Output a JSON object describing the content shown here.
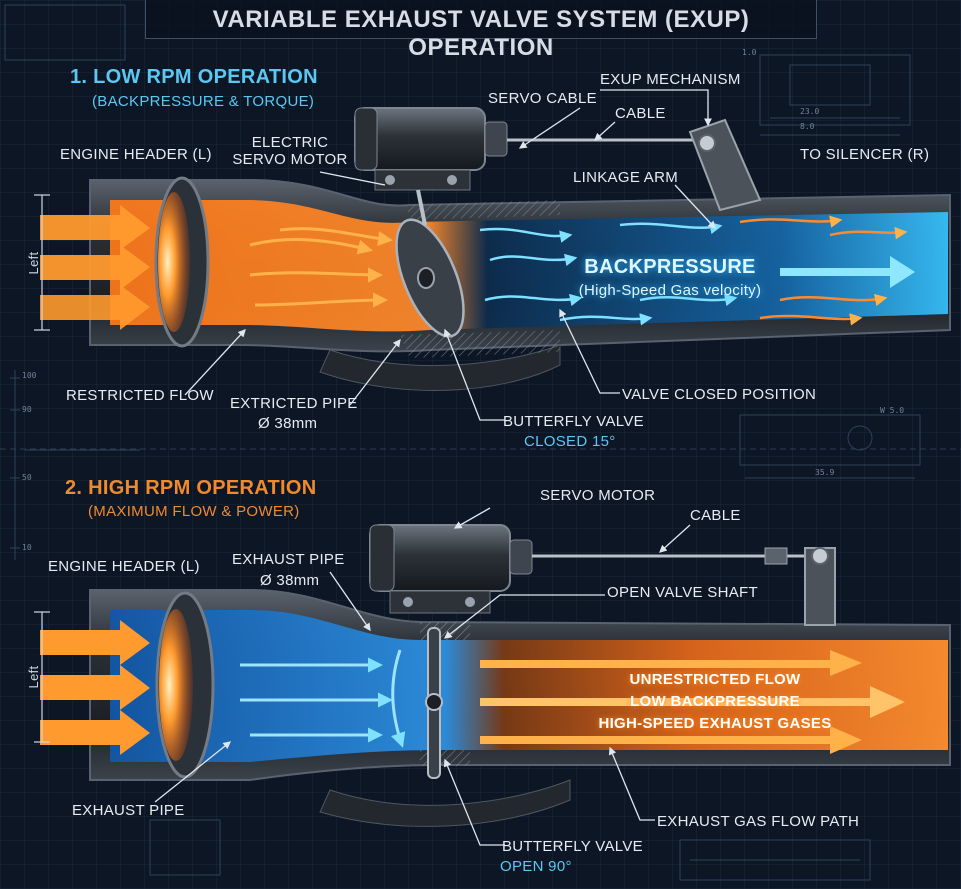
{
  "title": "VARIABLE EXHAUST VALVE SYSTEM (EXUP) OPERATION",
  "section1": {
    "heading": "1. LOW RPM OPERATION",
    "subheading": "(BACKPRESSURE & TORQUE)",
    "labels": {
      "engine_header": "ENGINE HEADER (L)",
      "electric_servo_1": "ELECTRIC",
      "electric_servo_2": "SERVO MOTOR",
      "servo_cable": "SERVO CABLE",
      "exup_mechanism": "EXUP MECHANISM",
      "cable": "CABLE",
      "to_silencer": "TO SILENCER (R)",
      "linkage_arm": "LINKAGE ARM",
      "backpressure": "BACKPRESSURE",
      "backpressure_sub": "(High-Speed Gas velocity)",
      "left_dim": "Left",
      "restricted_flow": "RESTRICTED FLOW",
      "extricted_pipe": "EXTRICTED PIPE",
      "pipe_dia": "Ø 38mm",
      "butterfly_valve": "BUTTERFLY VALVE",
      "valve_state": "CLOSED 15°",
      "valve_closed_position": "VALVE CLOSED POSITION"
    }
  },
  "section2": {
    "heading": "2. HIGH RPM OPERATION",
    "subheading": "(MAXIMUM FLOW & POWER)",
    "labels": {
      "engine_header": "ENGINE HEADER (L)",
      "servo_motor": "SERVO MOTOR",
      "cable": "CABLE",
      "exhaust_pipe_top": "EXHAUST PIPE",
      "pipe_dia": "Ø 38mm",
      "open_valve_shaft": "OPEN VALVE SHAFT",
      "left_dim": "Left",
      "flow_1": "UNRESTRICTED FLOW",
      "flow_2": "LOW BACKPRESSURE",
      "flow_3": "HIGH-SPEED EXHAUST GASES",
      "exhaust_pipe_bottom": "EXHAUST PIPE",
      "exhaust_gas_flow_path": "EXHAUST GAS FLOW PATH",
      "butterfly_valve": "BUTTERFLY VALVE",
      "valve_state": "OPEN 90°"
    }
  },
  "blueprint_marks": {
    "dim_a": "23.0",
    "dim_b": "35.9",
    "dim_c": "W 5.0",
    "scale_100": "100",
    "scale_90": "90",
    "scale_50": "50",
    "scale_10": "10",
    "ref_1": "1.0",
    "ref_2": "8.0"
  },
  "colors": {
    "background": "#0d1624",
    "hot": "#ff7a1a",
    "cool": "#2fb6ff",
    "heading_low": "#5cc8f2",
    "heading_high": "#f08a2e",
    "metal": "#3a4048"
  }
}
